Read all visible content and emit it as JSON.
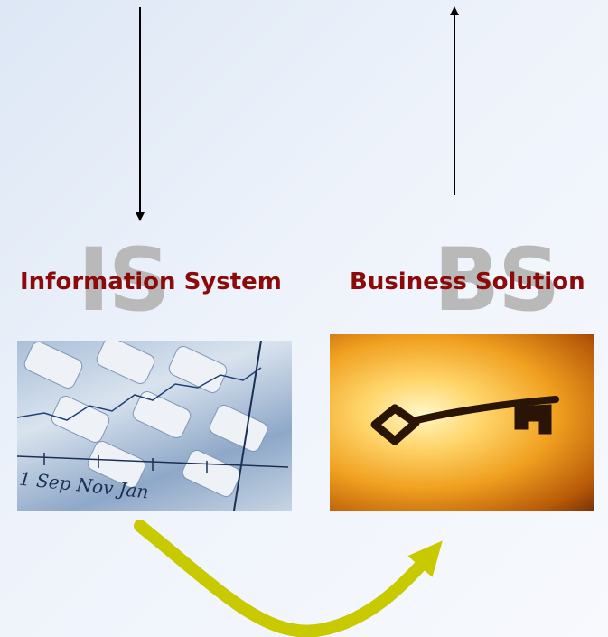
{
  "left": {
    "abbrev": "IS",
    "label": "Information System",
    "photo_caption": "1 Sep Nov Jan"
  },
  "right": {
    "abbrev": "BS",
    "label": "Business Solution"
  },
  "colors": {
    "label": "#8b0a0a",
    "abbrev": "#b9b9b9",
    "curved_arrow": "#c9c900",
    "straight_arrows": "#000000"
  },
  "icons": {
    "down_arrow": "arrow-down-icon",
    "up_arrow": "arrow-up-icon",
    "curved_arrow": "curved-arrow-icon"
  }
}
